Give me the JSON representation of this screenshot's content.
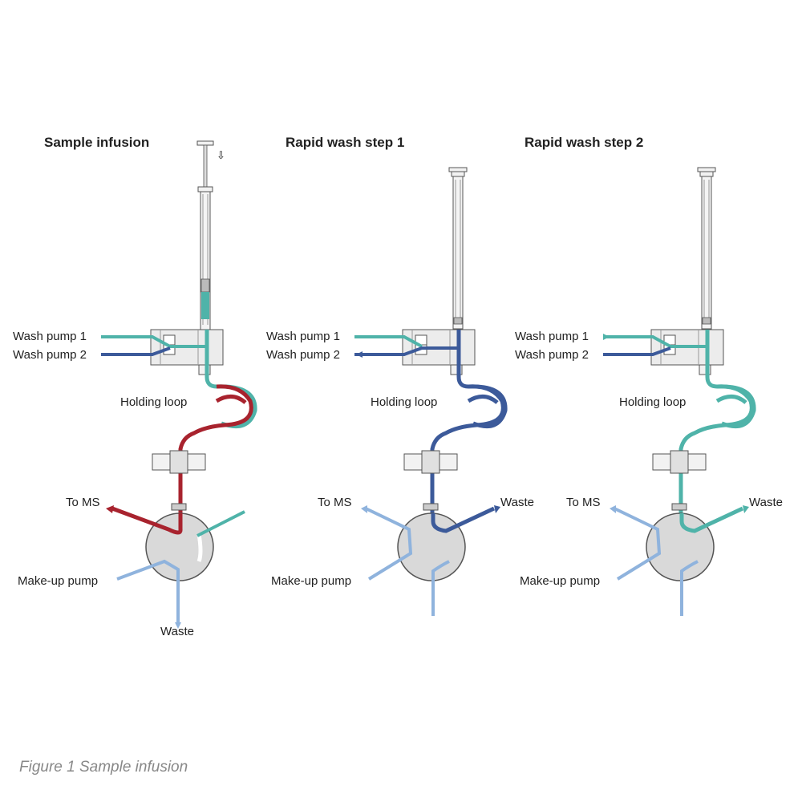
{
  "panels": [
    {
      "title": "Sample infusion",
      "labels": {
        "wash1": "Wash pump 1",
        "wash2": "Wash pump 2",
        "loop": "Holding loop",
        "to_ms": "To MS",
        "makeup": "Make-up pump",
        "waste": "Waste"
      }
    },
    {
      "title": "Rapid wash step 1",
      "labels": {
        "wash1": "Wash pump 1",
        "wash2": "Wash pump 2",
        "loop": "Holding loop",
        "to_ms": "To MS",
        "makeup": "Make-up pump",
        "waste": "Waste"
      }
    },
    {
      "title": "Rapid wash step 2",
      "labels": {
        "wash1": "Wash pump 1",
        "wash2": "Wash pump 2",
        "loop": "Holding loop",
        "to_ms": "To MS",
        "makeup": "Make-up pump",
        "waste": "Waste"
      }
    }
  ],
  "caption": "Figure 1 Sample infusion",
  "colors": {
    "teal": "#4fb3a9",
    "dark_blue": "#3c5a9a",
    "red": "#a8232e",
    "light_blue": "#8fb3dd",
    "valve_fill": "#d9d9d9",
    "block_fill": "#ececec",
    "outline": "#555555"
  }
}
